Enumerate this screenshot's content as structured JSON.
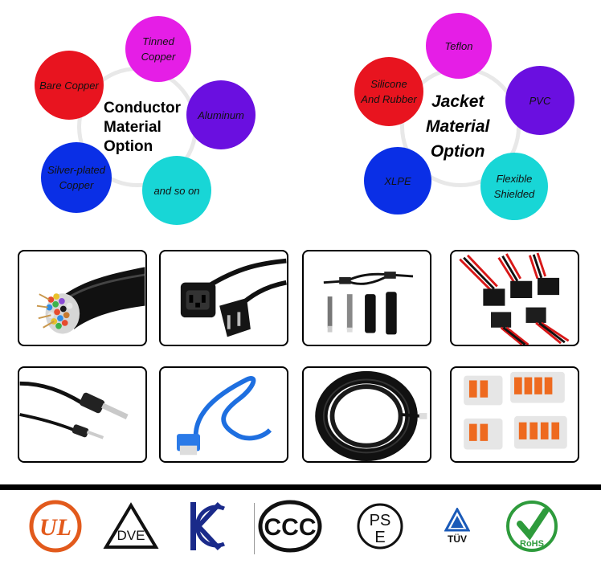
{
  "conductor": {
    "title": "Conductor\nMaterial\nOption",
    "options": [
      {
        "label": "Tinned\nCopper",
        "color": "#e51ee6"
      },
      {
        "label": "Bare Copper",
        "color": "#e8141f"
      },
      {
        "label": "Aluminum",
        "color": "#6a0fe0"
      },
      {
        "label": "Silver-plated\nCopper",
        "color": "#0a2fe6"
      },
      {
        "label": "and  so  on",
        "color": "#18d6d6"
      }
    ]
  },
  "jacket": {
    "title": "Jacket\nMaterial\nOption",
    "options": [
      {
        "label": "Teflon",
        "color": "#e51ee6"
      },
      {
        "label": "Silicone\nAnd Rubber",
        "color": "#e8141f"
      },
      {
        "label": "PVC",
        "color": "#6a0fe0"
      },
      {
        "label": "XLPE",
        "color": "#0a2fe6"
      },
      {
        "label": "Flexible\nShielded",
        "color": "#18d6d6"
      }
    ]
  },
  "products": [
    {
      "icon": "multicore-cable-icon"
    },
    {
      "icon": "power-cord-plug-icon"
    },
    {
      "icon": "solar-connector-icon"
    },
    {
      "icon": "wire-harness-connector-icon"
    },
    {
      "icon": "audio-jack-cable-icon"
    },
    {
      "icon": "ethernet-cable-icon"
    },
    {
      "icon": "coiled-cable-icon"
    },
    {
      "icon": "lever-terminal-block-icon"
    }
  ],
  "certifications": [
    {
      "icon": "ul-mark-icon",
      "text": "UL"
    },
    {
      "icon": "vde-mark-icon",
      "text": "DVE"
    },
    {
      "icon": "kc-mark-icon",
      "text": "KC"
    },
    {
      "icon": "ccc-mark-icon",
      "text": "CCC"
    },
    {
      "icon": "pse-mark-icon",
      "text": "PS\nE"
    },
    {
      "icon": "tuv-mark-icon",
      "text": "TÜV"
    },
    {
      "icon": "rohs-mark-icon",
      "text": "RoHS"
    }
  ]
}
